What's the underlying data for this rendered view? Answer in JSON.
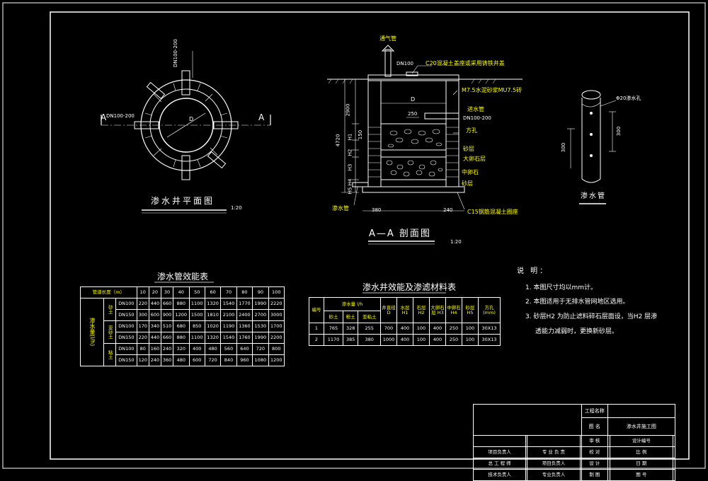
{
  "plan": {
    "title": "渗水井平面图",
    "scale": "1:20",
    "section_marker": "A",
    "pipe_label": "DN100-200",
    "pipe_label_v": "DN100-200",
    "dim_d": "D"
  },
  "section": {
    "title": "A—A 剖面图",
    "scale": "1:20",
    "vent": "通气管",
    "dn100": "DN100",
    "cover": "C20混凝土盖座或采用铸铁井盖",
    "wall": "M7.5水泥砂浆MU7.5砖",
    "inlet_pipe": "进水管",
    "inlet_dn": "DN100-200",
    "hole": "方孔",
    "sand_layer": "砂层",
    "large_gravel": "大卵石层",
    "medium_stone": "中卵石",
    "sand_layer2": "砂层",
    "outlet": "渗水管",
    "base": "C15钢筋混凝土圈座",
    "dim_d": "D",
    "dim_250": "250",
    "dim_2900": "2900",
    "dim_4720": "4720",
    "dim_150": "150",
    "dim_380": "380",
    "dim_240": "240",
    "h_labels": [
      "H1",
      "H2",
      "H3",
      "H4",
      "H5"
    ]
  },
  "pipe": {
    "title": "渗水管",
    "hole_label": "Φ20渗水孔",
    "dim_300a": "300",
    "dim_300b": "300"
  },
  "table1": {
    "title": "渗水管效能表",
    "header_label": "管道长度（m）",
    "lengths": [
      "10",
      "20",
      "30",
      "40",
      "50",
      "60",
      "70",
      "80",
      "90",
      "100"
    ],
    "side_label": "渗水量(l/h)",
    "groups": [
      {
        "soil": "砂土",
        "rows": [
          {
            "dn": "DN100",
            "values": [
              "220",
              "440",
              "660",
              "880",
              "1100",
              "1320",
              "1540",
              "1770",
              "1990",
              "2220"
            ]
          },
          {
            "dn": "DN150",
            "values": [
              "300",
              "600",
              "900",
              "1200",
              "1500",
              "1810",
              "2100",
              "2400",
              "2700",
              "3000"
            ]
          }
        ]
      },
      {
        "soil": "亚砂土",
        "rows": [
          {
            "dn": "DN100",
            "values": [
              "170",
              "340",
              "510",
              "680",
              "850",
              "1020",
              "1190",
              "1360",
              "1530",
              "1700"
            ]
          },
          {
            "dn": "DN150",
            "values": [
              "220",
              "440",
              "660",
              "880",
              "1100",
              "1320",
              "1540",
              "1760",
              "1990",
              "2200"
            ]
          }
        ]
      },
      {
        "soil": "粘土",
        "rows": [
          {
            "dn": "DN100",
            "values": [
              "80",
              "160",
              "240",
              "320",
              "400",
              "480",
              "560",
              "640",
              "720",
              "800"
            ]
          },
          {
            "dn": "DN150",
            "values": [
              "120",
              "240",
              "360",
              "480",
              "600",
              "720",
              "840",
              "960",
              "1080",
              "1200"
            ]
          }
        ]
      }
    ]
  },
  "table2": {
    "title": "渗水井效能及渗滤材料表",
    "headers": [
      "编号",
      "渗水量 l/h",
      "井直径 D",
      "水层 H1",
      "石层 H2",
      "大卵石层 H3",
      "中卵石 H4",
      "砂层 H5",
      "方孔 (mm)"
    ],
    "sub_headers": [
      "砂土",
      "粉土",
      "亚粘土"
    ],
    "rows": [
      [
        "1",
        "765",
        "328",
        "255",
        "700",
        "400",
        "100",
        "400",
        "250",
        "100",
        "30X13"
      ],
      [
        "2",
        "1170",
        "385",
        "380",
        "1000",
        "400",
        "100",
        "400",
        "250",
        "100",
        "30X13"
      ]
    ]
  },
  "notes": {
    "title": "说 明：",
    "items": [
      "1. 本图尺寸均以mm计。",
      "2. 本图适用于无排水管网地区选用。",
      "3. 砂层H2 为防止滤料碎石层面设，当H2 层渗",
      "透能力减弱时，更换新砂层。"
    ]
  },
  "title_block": {
    "project_name_label": "工程名称",
    "drawing_label": "图 名",
    "drawing_name": "渗水井施工图",
    "rows": [
      [
        "",
        "",
        "",
        "",
        "审 核",
        "",
        "设计编号",
        ""
      ],
      [
        "项目负责人",
        "",
        "专 业 负 责",
        "",
        "校 对",
        "",
        "比 例",
        ""
      ],
      [
        "总 工 程 师",
        "",
        "项目负责人",
        "",
        "设 计",
        "",
        "日 期",
        ""
      ],
      [
        "技术负责人",
        "",
        "专业负责人",
        "",
        "制 图",
        "",
        "图 号",
        ""
      ]
    ]
  },
  "colors": {
    "line": "#ffffff",
    "text_yellow": "#ffff00",
    "background": "#000000"
  }
}
